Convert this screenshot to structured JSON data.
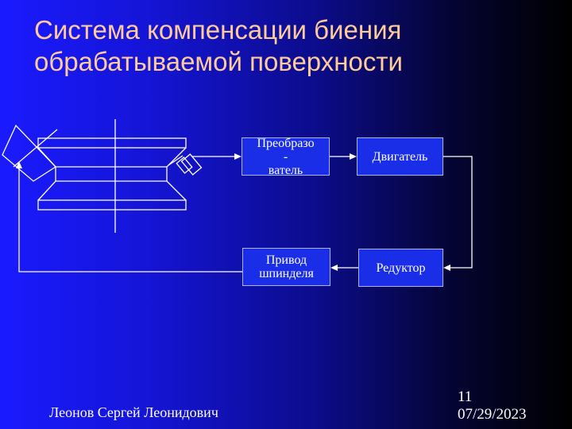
{
  "slide": {
    "title": "Система компенсации биения обрабатываемой поверхности",
    "author": "Леонов Сергей Леонидович",
    "page_number": "11",
    "date": "07/29/2023"
  },
  "blocks": {
    "converter": {
      "line1": "Преобразо",
      "line2": "-",
      "line3": "ватель"
    },
    "motor": "Двигатель",
    "reducer": "Редуктор",
    "spindle_drive": {
      "line1": "Привод",
      "line2": "шпинделя"
    }
  },
  "colors": {
    "title": "#ffcc99",
    "box_fill": "#1a2ee8",
    "lines": "#ffffff"
  }
}
